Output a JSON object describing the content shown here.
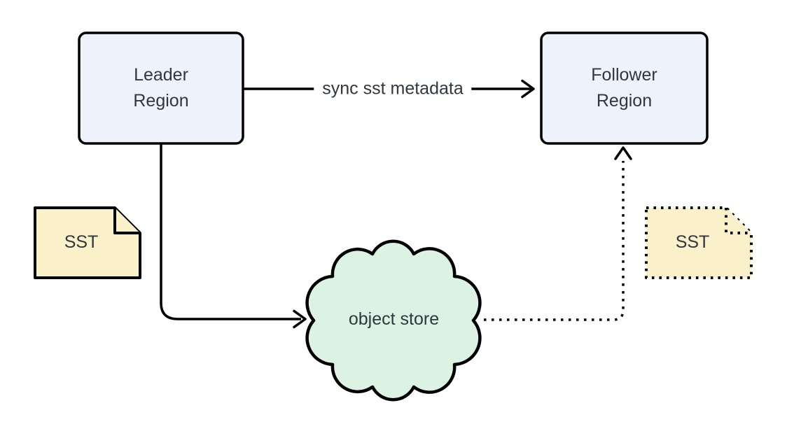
{
  "diagram": {
    "type": "flow-diagram",
    "colors": {
      "background": "#ffffff",
      "region_fill": "#eef2fb",
      "cloud_fill": "#dcf3e3",
      "document_fill": "#faf0ca",
      "stroke": "#000000",
      "text": "#2f3740"
    },
    "nodes": {
      "leader": {
        "label": "Leader Region",
        "lines": [
          "Leader",
          "Region"
        ],
        "shape": "rounded-rect"
      },
      "follower": {
        "label": "Follower Region",
        "lines": [
          "Follower",
          "Region"
        ],
        "shape": "rounded-rect"
      },
      "object_store": {
        "label": "object store",
        "shape": "cloud"
      },
      "sst_left": {
        "label": "SST",
        "shape": "document",
        "border": "solid"
      },
      "sst_right": {
        "label": "SST",
        "shape": "document",
        "border": "dotted"
      }
    },
    "edges": [
      {
        "from": "leader",
        "to": "follower",
        "label": "sync sst metadata",
        "style": "solid-arrow"
      },
      {
        "from": "leader",
        "to": "object_store",
        "label": "",
        "style": "solid-arrow"
      },
      {
        "from": "object_store",
        "to": "follower",
        "label": "",
        "style": "dotted-arrow"
      }
    ]
  }
}
